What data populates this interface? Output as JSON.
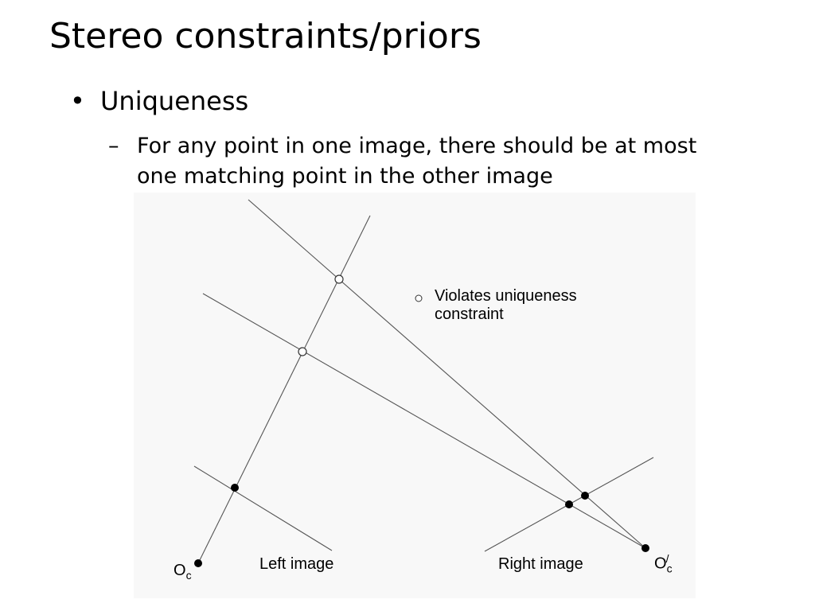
{
  "slide": {
    "title": "Stereo constraints/priors",
    "bullet_symbol": "•",
    "bullet": "Uniqueness",
    "sub_dash": "–",
    "sub_bullet": "For any point in one image, there should be at most one matching point in the other image"
  },
  "diagram": {
    "legend_text_line1": "Violates uniqueness",
    "legend_text_line2": "constraint",
    "left_image_label": "Left image",
    "right_image_label": "Right image",
    "left_center_label": "O",
    "left_center_sub": "c",
    "right_center_label": "O",
    "right_center_sub": "c",
    "right_center_prime": "/",
    "colors": {
      "line": "#555555",
      "point": "#000000",
      "background": "#f8f8f8"
    }
  }
}
